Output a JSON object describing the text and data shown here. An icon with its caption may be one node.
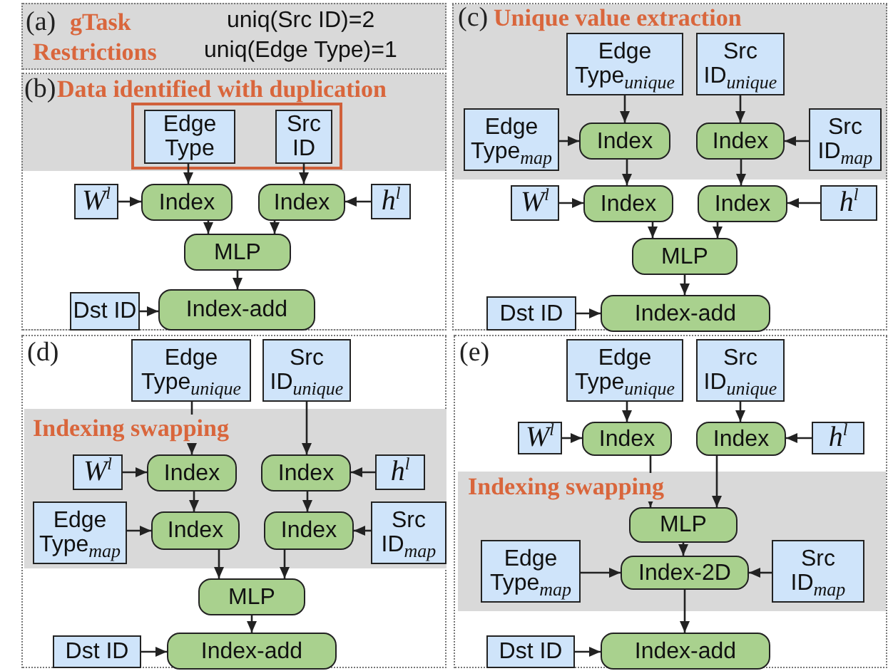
{
  "diagram": {
    "nodes": [
      {
        "text": [
          "(a)",
          "gTask Restrictions",
          "uniq(Src ID)=2",
          "uniq(Edge Type)=1"
        ]
      },
      {
        "text": [
          "(b)",
          "Data identified with duplication"
        ]
      },
      {
        "text": [],
        "shape": "box",
        "in": 1
      },
      {
        "text": [
          "Edge Type"
        ],
        "in": 2
      },
      {
        "text": [
          "Src ID"
        ],
        "in": 2
      },
      {
        "text": [
          "W$^{l}$"
        ],
        "in": 1
      },
      {
        "text": [
          "Index"
        ],
        "in": 1
      },
      {
        "text": [
          "Index"
        ],
        "in": 1
      },
      {
        "text": [
          "h$^{l}$"
        ],
        "in": 1
      },
      {
        "text": [
          "MLP"
        ],
        "in": 1
      },
      {
        "text": [
          "Dst ID"
        ],
        "in": 1
      },
      {
        "text": [
          "Index-add"
        ],
        "in": 1
      },
      {
        "text": [
          "(c)",
          "Unique value extraction"
        ]
      },
      {
        "text": [
          "Edge Type$_{unique}$"
        ],
        "in": 12
      },
      {
        "text": [
          "Src ID$_{unique}$"
        ],
        "in": 12
      },
      {
        "text": [
          "Edge Type$_{map}$"
        ],
        "in": 12
      },
      {
        "text": [
          "Index"
        ],
        "in": 12
      },
      {
        "text": [
          "Index"
        ],
        "in": 12
      },
      {
        "text": [
          "Src ID$_{map}$"
        ],
        "in": 12
      },
      {
        "text": [
          "W$^{l}$"
        ],
        "in": 12
      },
      {
        "text": [
          "Index"
        ],
        "in": 12
      },
      {
        "text": [
          "Index"
        ],
        "in": 12
      },
      {
        "text": [
          "h$^{l}$"
        ],
        "in": 12
      },
      {
        "text": [
          "MLP"
        ],
        "in": 12
      },
      {
        "text": [
          "Dst ID"
        ],
        "in": 12
      },
      {
        "text": [
          "Index-add"
        ],
        "in": 12
      },
      {
        "text": [
          "(d)"
        ]
      },
      {
        "text": [
          "Edge Type$_{unique}$"
        ],
        "in": 26
      },
      {
        "text": [
          "Src ID$_{unique}$"
        ],
        "in": 26
      },
      {
        "text": [
          "Indexing swapping"
        ],
        "in": 26
      },
      {
        "text": [
          "W$^{l}$"
        ],
        "in": 29
      },
      {
        "text": [
          "Index"
        ],
        "in": 29
      },
      {
        "text": [
          "Index"
        ],
        "in": 29
      },
      {
        "text": [
          "h$^{l}$"
        ],
        "in": 29
      },
      {
        "text": [
          "Edge Type$_{map}$"
        ],
        "in": 29
      },
      {
        "text": [
          "Index"
        ],
        "in": 29
      },
      {
        "text": [
          "Index"
        ],
        "in": 29
      },
      {
        "text": [
          "Src ID$_{map}$"
        ],
        "in": 29
      },
      {
        "text": [
          "MLP"
        ],
        "in": 26
      },
      {
        "text": [
          "Dst ID"
        ],
        "in": 26
      },
      {
        "text": [
          "Index-add"
        ],
        "in": 26
      },
      {
        "text": [
          "(e)"
        ]
      },
      {
        "text": [
          "Edge Type$_{unique}$"
        ],
        "in": 41
      },
      {
        "text": [
          "Src ID$_{unique}$"
        ],
        "in": 41
      },
      {
        "text": [
          "W$^{l}$"
        ],
        "in": 41
      },
      {
        "text": [
          "Index"
        ],
        "in": 41
      },
      {
        "text": [
          "Index"
        ],
        "in": 41
      },
      {
        "text": [
          "h$^{l}$"
        ],
        "in": 41
      },
      {
        "text": [
          "Indexing swapping"
        ],
        "in": 41
      },
      {
        "text": [
          "MLP"
        ],
        "in": 48
      },
      {
        "text": [
          "Edge Type$_{map}$"
        ],
        "in": 48
      },
      {
        "text": [
          "Index-2D"
        ],
        "in": 48
      },
      {
        "text": [
          "Src ID$_{map}$"
        ],
        "in": 48
      },
      {
        "text": [
          "Dst ID"
        ],
        "in": 41
      },
      {
        "text": [
          "Index-add"
        ],
        "in": 41
      }
    ],
    "edges": [
      {
        "from": 3,
        "to": 6,
        "arrow": "to"
      },
      {
        "from": 4,
        "to": 7,
        "arrow": "to"
      },
      {
        "from": 5,
        "to": 6,
        "arrow": "to"
      },
      {
        "from": 8,
        "to": 7,
        "arrow": "to"
      },
      {
        "from": 6,
        "to": 9,
        "arrow": "to"
      },
      {
        "from": 7,
        "to": 9,
        "arrow": "to"
      },
      {
        "from": 9,
        "to": 11,
        "arrow": "to"
      },
      {
        "from": 10,
        "to": 11,
        "arrow": "to"
      },
      {
        "from": 13,
        "to": 16,
        "arrow": "to"
      },
      {
        "from": 15,
        "to": 16,
        "arrow": "to"
      },
      {
        "from": 14,
        "to": 17,
        "arrow": "to"
      },
      {
        "from": 18,
        "to": 17,
        "arrow": "to"
      },
      {
        "from": 16,
        "to": 20,
        "arrow": "to"
      },
      {
        "from": 17,
        "to": 21,
        "arrow": "to"
      },
      {
        "from": 19,
        "to": 20,
        "arrow": "to"
      },
      {
        "from": 22,
        "to": 21,
        "arrow": "to"
      },
      {
        "from": 20,
        "to": 23,
        "arrow": "to"
      },
      {
        "from": 21,
        "to": 23,
        "arrow": "to"
      },
      {
        "from": 23,
        "to": 25,
        "arrow": "to"
      },
      {
        "from": 24,
        "to": 25,
        "arrow": "to"
      },
      {
        "from": 27,
        "to": 31,
        "arrow": "to"
      },
      {
        "from": 28,
        "to": 32,
        "arrow": "to"
      },
      {
        "from": 30,
        "to": 31,
        "arrow": "to"
      },
      {
        "from": 33,
        "to": 32,
        "arrow": "to"
      },
      {
        "from": 31,
        "to": 35,
        "arrow": "to"
      },
      {
        "from": 32,
        "to": 36,
        "arrow": "to"
      },
      {
        "from": 34,
        "to": 35,
        "arrow": "to"
      },
      {
        "from": 37,
        "to": 36,
        "arrow": "to"
      },
      {
        "from": 35,
        "to": 38,
        "arrow": "to"
      },
      {
        "from": 36,
        "to": 38,
        "arrow": "to"
      },
      {
        "from": 38,
        "to": 40,
        "arrow": "to"
      },
      {
        "from": 39,
        "to": 40,
        "arrow": "to"
      },
      {
        "from": 42,
        "to": 45,
        "arrow": "to"
      },
      {
        "from": 43,
        "to": 46,
        "arrow": "to"
      },
      {
        "from": 44,
        "to": 45,
        "arrow": "to"
      },
      {
        "from": 47,
        "to": 46,
        "arrow": "to"
      },
      {
        "from": 45,
        "to": 49,
        "arrow": "to"
      },
      {
        "from": 46,
        "to": 49,
        "arrow": "to"
      },
      {
        "from": 49,
        "to": 51,
        "arrow": "to"
      },
      {
        "from": 50,
        "to": 51,
        "arrow": "to"
      },
      {
        "from": 52,
        "to": 51,
        "arrow": "to"
      },
      {
        "from": 51,
        "to": 54,
        "arrow": "to"
      },
      {
        "from": 53,
        "to": 54,
        "arrow": "to"
      }
    ]
  }
}
